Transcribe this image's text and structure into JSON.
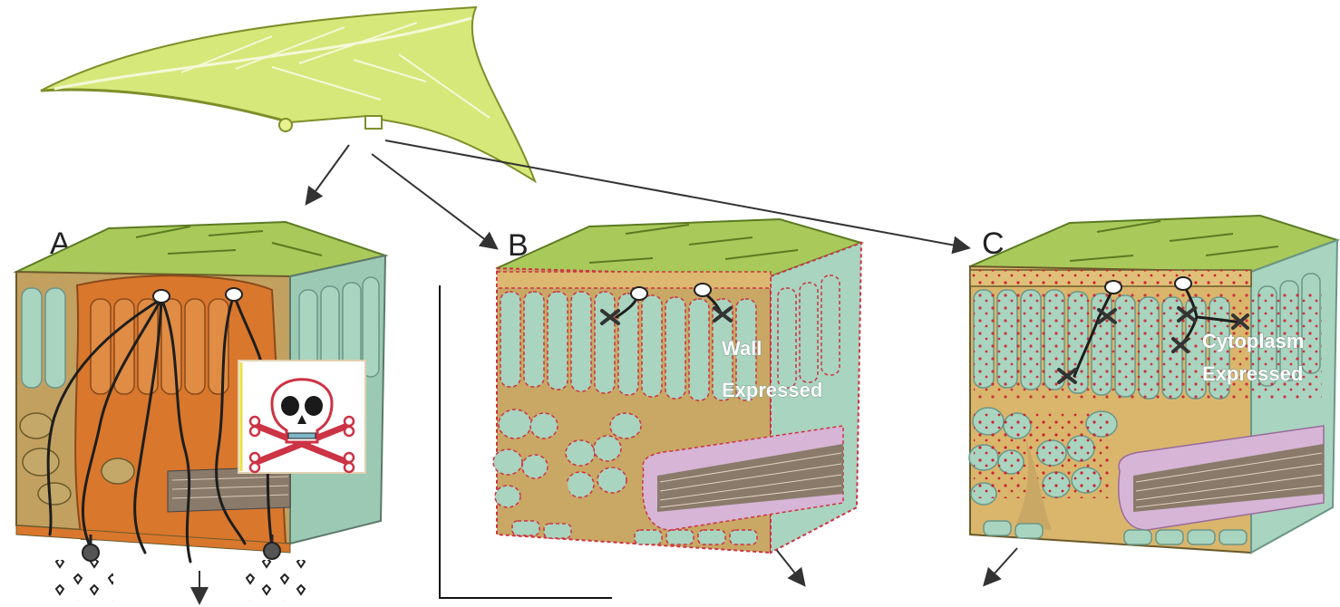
{
  "panels": {
    "a": {
      "label": "A"
    },
    "b": {
      "label": "B",
      "annotation_line1": "Wall",
      "annotation_line2": "Expressed"
    },
    "c": {
      "label": "C",
      "annotation_line1": "Cytoplasm",
      "annotation_line2": "Expressed"
    }
  },
  "icons": {
    "leaf": "leaf-icon",
    "skull": "skull-crossbones-icon"
  },
  "colors": {
    "leaf_light": "#d6e87a",
    "leaf_dark": "#a8c23a",
    "epidermis_top": "#a9c95a",
    "palisade": "#a9d4bf",
    "infected": "#d9772d",
    "toxin_border": "#cc3344",
    "protein_dot": "#cc2233"
  }
}
